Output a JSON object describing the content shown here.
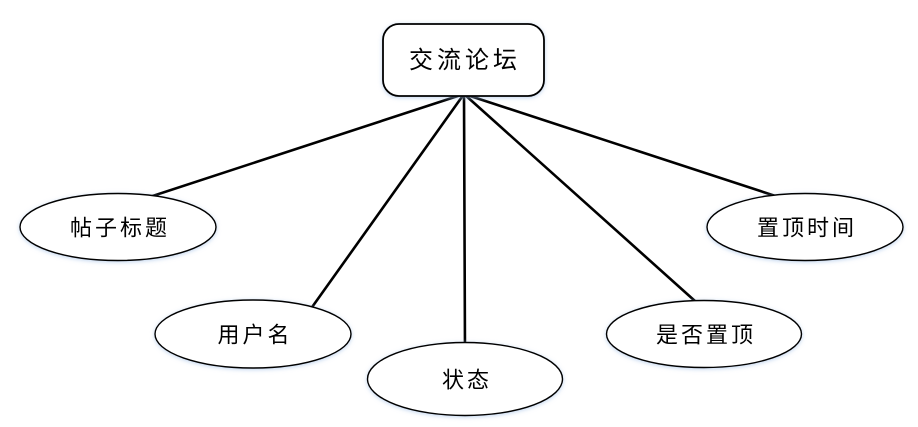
{
  "diagram": {
    "type": "entity-attribute-diagram",
    "root": {
      "label": "交流论坛",
      "shape": "rounded-rectangle"
    },
    "attributes": [
      {
        "label": "帖子标题",
        "shape": "ellipse"
      },
      {
        "label": "用户名",
        "shape": "ellipse"
      },
      {
        "label": "状态",
        "shape": "ellipse"
      },
      {
        "label": "是否置顶",
        "shape": "ellipse"
      },
      {
        "label": "置顶时间",
        "shape": "ellipse"
      }
    ],
    "colors": {
      "stroke": "#000000",
      "shape_fill": "#ffffff",
      "background": "#ffffff",
      "text": "#000000",
      "glow": "#a0bee6"
    }
  }
}
